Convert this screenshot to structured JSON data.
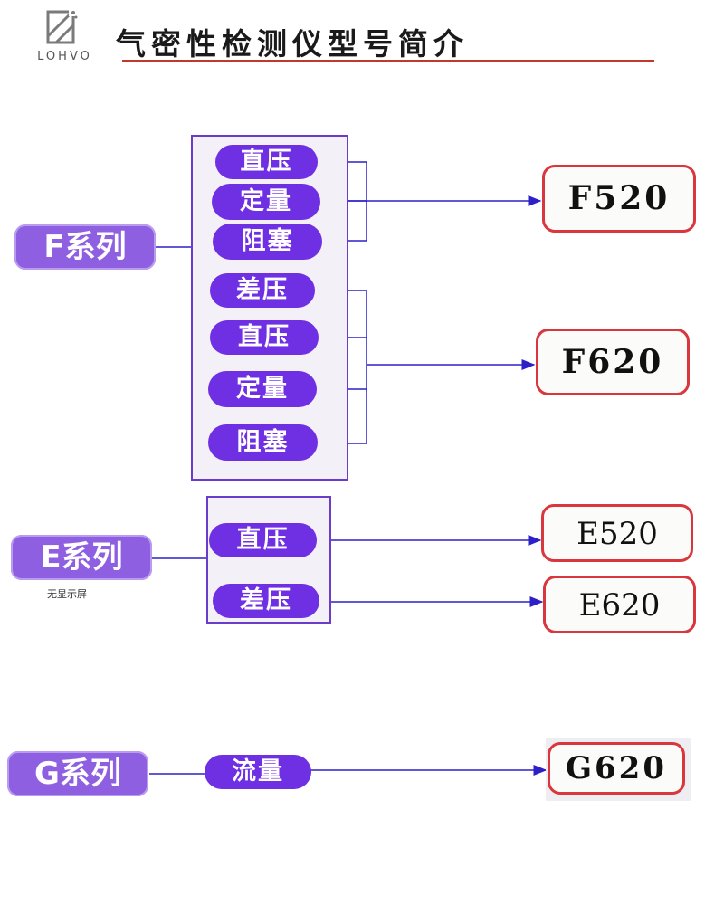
{
  "header": {
    "logo_text": "LOHVO",
    "title": "气密性检测仪型号简介"
  },
  "colors": {
    "series_fill": "#8e5fe0",
    "pill_fill": "#6f2fe3",
    "group_border": "#6b3bc9",
    "model_border": "#d9363e",
    "connector": "#2d20c9",
    "title_rule": "#c0392b"
  },
  "f_series": {
    "label": "F系列",
    "features_a": [
      "直压",
      "定量",
      "阻塞"
    ],
    "features_b": [
      "差压",
      "直压",
      "定量",
      "阻塞"
    ],
    "models": [
      "F520",
      "F620"
    ]
  },
  "e_series": {
    "label": "E系列",
    "note": "无显示屏",
    "features": [
      "直压",
      "差压"
    ],
    "models": [
      "E520",
      "E620"
    ]
  },
  "g_series": {
    "label": "G系列",
    "features": [
      "流量"
    ],
    "models": [
      "G620"
    ]
  }
}
